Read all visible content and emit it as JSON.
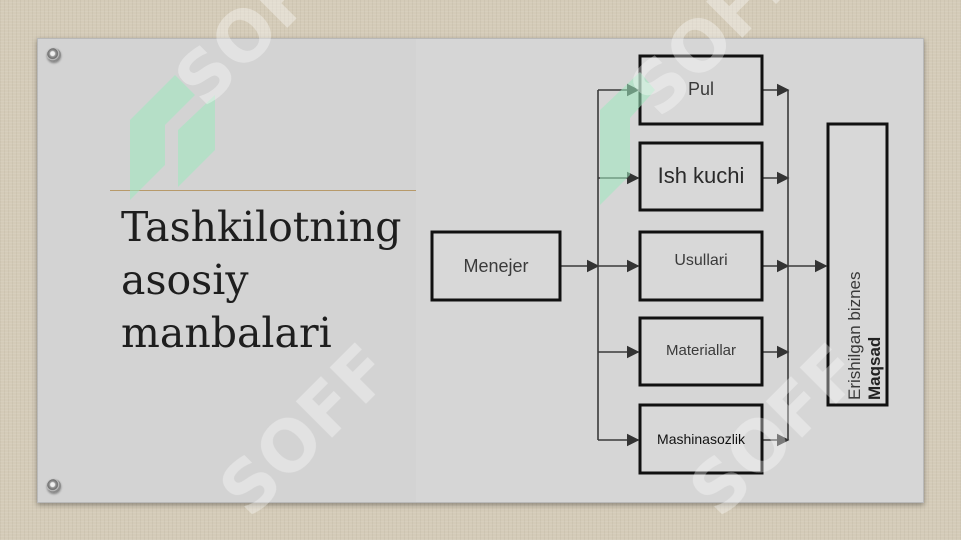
{
  "slide": {
    "title_lines": [
      "Tashkilotning",
      "asosiy",
      "manbalari"
    ]
  },
  "diagram": {
    "manager": "Menejer",
    "resources": [
      "Pul",
      "Ish kuchi",
      "Usullari",
      "Materiallar",
      "Mashinasozlik"
    ],
    "goal_line1": "Erishilgan biznes",
    "goal_line2": "Maqsad"
  },
  "watermark": {
    "text": "SOFF",
    "color": "#9ee9bf"
  },
  "colors": {
    "background": "#d4cbb8",
    "card": "#cfcfcf",
    "title_rule": "#b79a6a",
    "box_stroke": "#111111"
  }
}
